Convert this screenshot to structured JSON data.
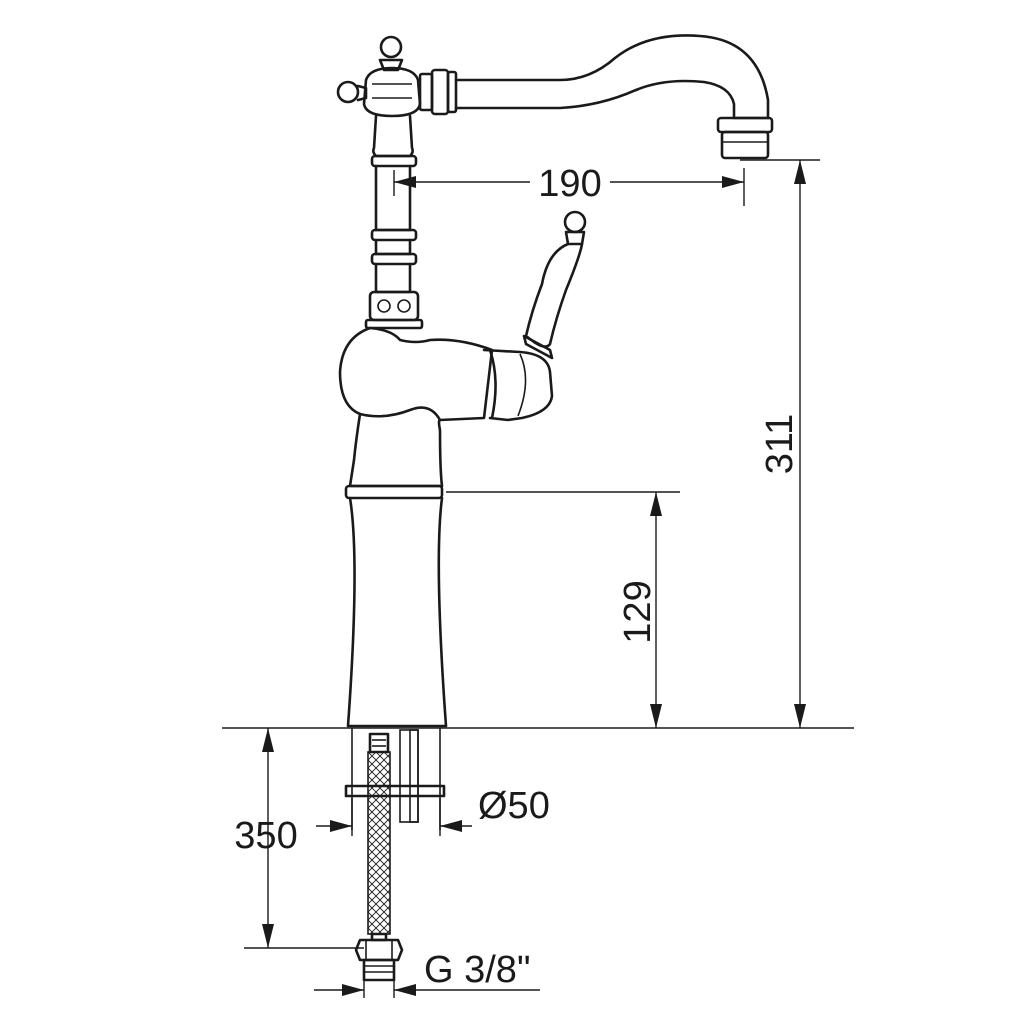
{
  "dimensions": {
    "spout_reach": "190",
    "total_height": "311",
    "body_height": "129",
    "hose_length": "350",
    "base_diameter": "Ø50",
    "thread": "G 3/8\""
  }
}
